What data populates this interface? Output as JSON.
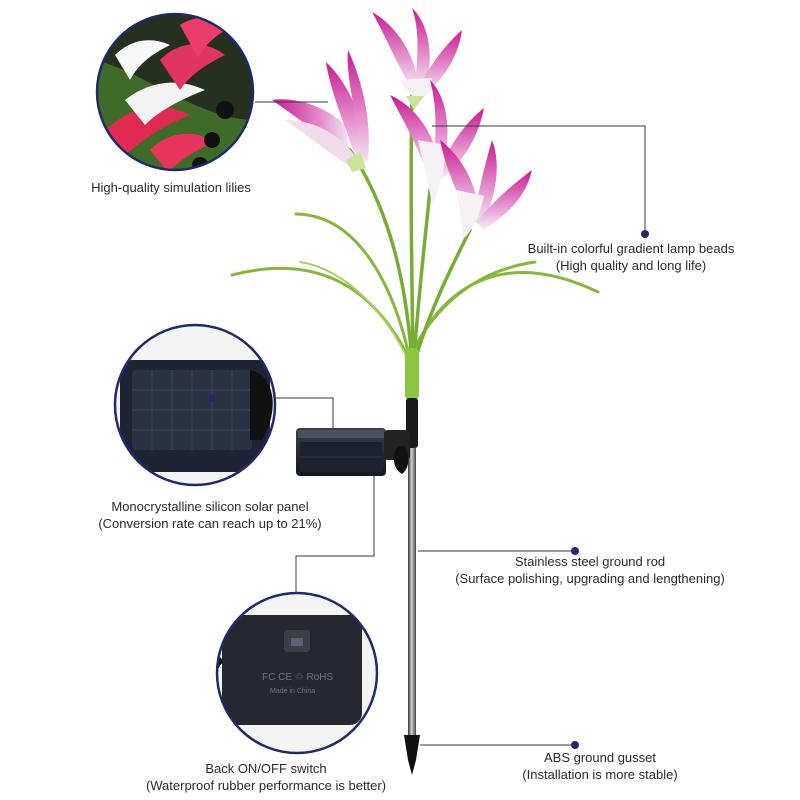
{
  "callouts": [
    {
      "id": "lilies",
      "title": "High-quality simulation lilies",
      "note": ""
    },
    {
      "id": "lamp-beads",
      "title": "Built-in colorful gradient lamp beads",
      "note": "(High quality and long life)"
    },
    {
      "id": "solar-panel",
      "title": "Monocrystalline silicon solar panel",
      "note": "(Conversion rate can reach up to 21%)"
    },
    {
      "id": "ground-rod",
      "title": "Stainless steel ground rod",
      "note": "(Surface polishing, upgrading and lengthening)"
    },
    {
      "id": "switch",
      "title": "Back ON/OFF switch",
      "note": "(Waterproof rubber performance is better)"
    },
    {
      "id": "gusset",
      "title": "ABS ground gusset",
      "note": "(Installation is more stable)"
    }
  ],
  "switch_box": {
    "markings": "FC CE ♲ RoHS",
    "made_in": "Made in China"
  },
  "colors": {
    "petal": "#d6239a",
    "petal_light": "#f4e9f2",
    "stem": "#7fb236",
    "leader": "#333333",
    "dot": "#1f2a6b",
    "circle_border": "#1f2a6b"
  }
}
